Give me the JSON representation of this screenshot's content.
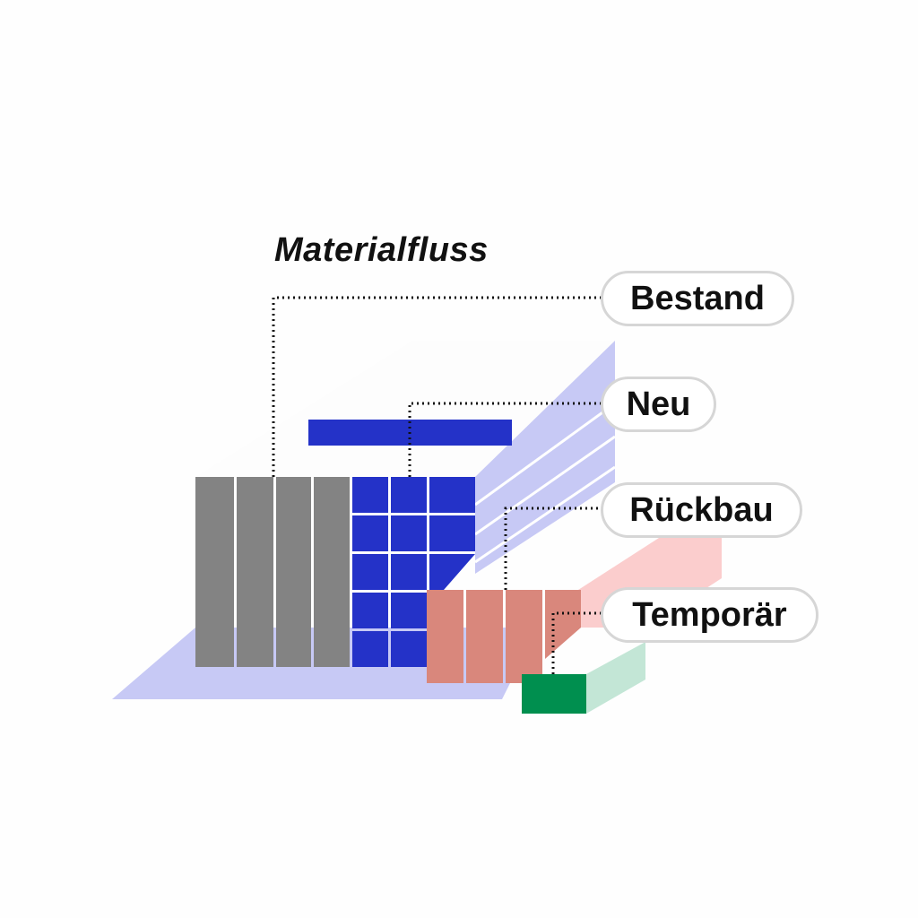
{
  "title": "Materialfluss",
  "labels": {
    "bestand": "Bestand",
    "neu": "Neu",
    "rueckbau": "Rückbau",
    "temporaer": "Temporär"
  },
  "colors": {
    "bestand": "#838383",
    "neu": "#2432c8",
    "ground": "#c7c9f5",
    "rueckbau": "#d9877c",
    "rueckbau_light": "#fbcdcd",
    "temporaer": "#008f4f",
    "temporaer_light": "#c3e6d6",
    "leader": "#111111"
  }
}
